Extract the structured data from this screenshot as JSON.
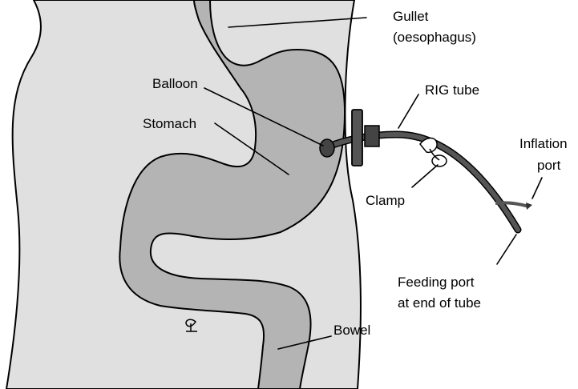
{
  "labels": {
    "gullet_line1": "Gullet",
    "gullet_line2": "(oesophagus)",
    "balloon": "Balloon",
    "stomach": "Stomach",
    "rig_tube": "RIG tube",
    "inflation_line1": "Inflation",
    "inflation_line2": "port",
    "clamp": "Clamp",
    "feeding_line1": "Feeding port",
    "feeding_line2": "at end of tube",
    "bowel": "Bowel"
  },
  "colors": {
    "body": "#e0e0e0",
    "organ": "#b4b4b4",
    "tube": "#555555",
    "outline": "#000000"
  }
}
